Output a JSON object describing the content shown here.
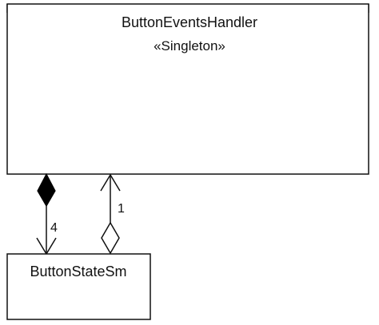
{
  "classes": {
    "handler": {
      "name": "ButtonEventsHandler",
      "stereotype": "«Singleton»"
    },
    "state_machine": {
      "name": "ButtonStateSm"
    }
  },
  "associations": {
    "composition": {
      "multiplicity": "4",
      "from": "ButtonEventsHandler",
      "to": "ButtonStateSm",
      "end_marker": "filled-diamond"
    },
    "aggregation": {
      "multiplicity": "1",
      "from": "ButtonStateSm",
      "to": "ButtonEventsHandler",
      "end_marker": "hollow-diamond"
    }
  },
  "colors": {
    "stroke": "#111111",
    "background": "#ffffff"
  }
}
